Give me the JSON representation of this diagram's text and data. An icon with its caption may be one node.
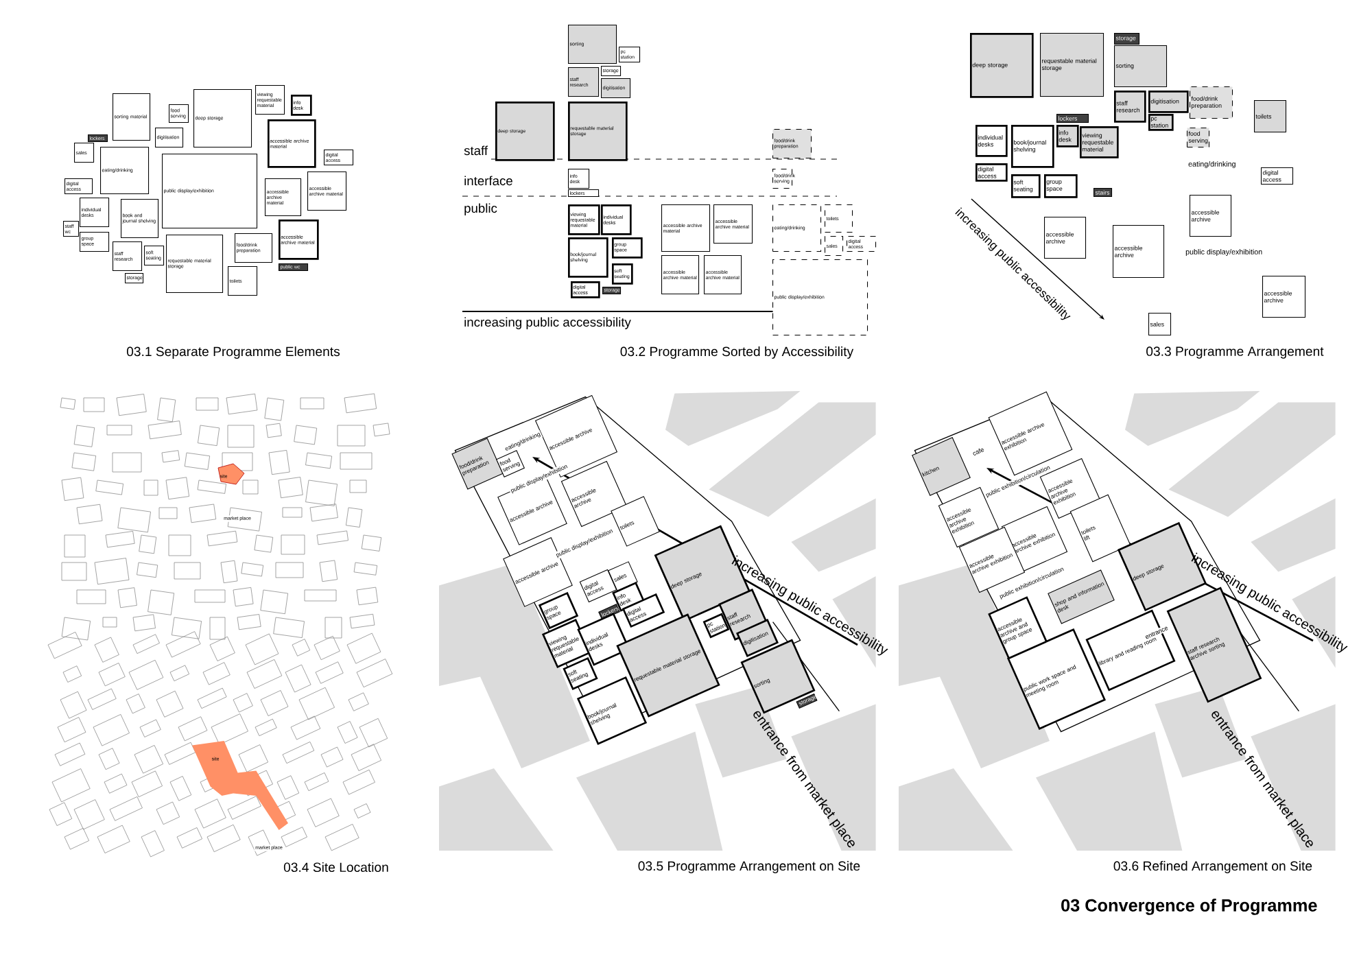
{
  "diagram": {
    "title": "03 Convergence of Programme",
    "nodes": [
      {
        "text": [
          "sorting material"
        ]
      },
      {
        "text": [
          "food serving"
        ]
      },
      {
        "text": [
          "deep storage"
        ]
      },
      {
        "text": [
          "viewing requestable material"
        ]
      },
      {
        "text": [
          "info desk"
        ]
      },
      {
        "text": [
          "digitisation"
        ]
      },
      {
        "text": [
          "lockers"
        ]
      },
      {
        "text": [
          "accessible archive material"
        ]
      },
      {
        "text": [
          "sales"
        ]
      },
      {
        "text": [
          "eating/drinking"
        ]
      },
      {
        "text": [
          "public display/exhibition"
        ]
      },
      {
        "text": [
          "digital access"
        ]
      },
      {
        "text": [
          "digital access"
        ]
      },
      {
        "text": [
          "accessible archive material"
        ]
      },
      {
        "text": [
          "accessible archive material"
        ]
      },
      {
        "text": [
          "individual desks"
        ]
      },
      {
        "text": [
          "book and journal shelving"
        ]
      },
      {
        "text": [
          "staff wc"
        ]
      },
      {
        "text": [
          "group space"
        ]
      },
      {
        "text": [
          "staff research"
        ]
      },
      {
        "text": [
          "soft seating"
        ]
      },
      {
        "text": [
          "requestable material storage"
        ]
      },
      {
        "text": [
          "food/drink preparation"
        ]
      },
      {
        "text": [
          "accessible archive material"
        ]
      },
      {
        "text": [
          "storage"
        ]
      },
      {
        "text": [
          "toilets"
        ]
      },
      {
        "text": [
          "public wc"
        ]
      },
      {
        "text": [
          "sorting"
        ]
      },
      {
        "text": [
          "pc station"
        ]
      },
      {
        "text": [
          "staff research"
        ]
      },
      {
        "text": [
          "storage"
        ]
      },
      {
        "text": [
          "digitisation"
        ]
      },
      {
        "text": [
          "deep storage"
        ]
      },
      {
        "text": [
          "requestable material storage"
        ]
      },
      {
        "text": [
          "food/drink preparation"
        ]
      },
      {
        "text": [
          "info desk"
        ]
      },
      {
        "text": [
          "lockers"
        ]
      },
      {
        "text": [
          "food/drink serving"
        ]
      },
      {
        "text": [
          "viewing requestable material"
        ]
      },
      {
        "text": [
          "individual desks"
        ]
      },
      {
        "text": [
          "book/journal shelving"
        ]
      },
      {
        "text": [
          "group space"
        ]
      },
      {
        "text": [
          "soft seating"
        ]
      },
      {
        "text": [
          "digital access"
        ]
      },
      {
        "text": [
          "storage"
        ]
      },
      {
        "text": [
          "accessible archive material"
        ]
      },
      {
        "text": [
          "accessible archive material"
        ]
      },
      {
        "text": [
          "accessible archive material"
        ]
      },
      {
        "text": [
          "accessible archive material"
        ]
      },
      {
        "text": [
          "eating/drinking"
        ]
      },
      {
        "text": [
          "toilets"
        ]
      },
      {
        "text": [
          "sales"
        ]
      },
      {
        "text": [
          "digital access"
        ]
      },
      {
        "text": [
          "public display/exhibition"
        ]
      },
      {
        "text": [
          "deep storage"
        ]
      },
      {
        "text": [
          "requestable material storage"
        ]
      },
      {
        "text": [
          "storage"
        ]
      },
      {
        "text": [
          "sorting"
        ]
      },
      {
        "text": [
          "staff research"
        ]
      },
      {
        "text": [
          "digitisation"
        ]
      },
      {
        "text": [
          "food/drink preparation"
        ]
      },
      {
        "text": [
          "pc station"
        ]
      },
      {
        "text": [
          "toilets"
        ]
      },
      {
        "text": [
          "lockers"
        ]
      },
      {
        "text": [
          "individual desks"
        ]
      },
      {
        "text": [
          "book/journal shelving"
        ]
      },
      {
        "text": [
          "info desk"
        ]
      },
      {
        "text": [
          "viewing requestable material"
        ]
      },
      {
        "text": [
          "food serving"
        ]
      },
      {
        "text": [
          "digital access"
        ]
      },
      {
        "text": [
          "digital access"
        ]
      },
      {
        "text": [
          "soft seating"
        ]
      },
      {
        "text": [
          "group space"
        ]
      },
      {
        "text": [
          "stairs"
        ]
      },
      {
        "text": [
          "accessible archive"
        ]
      },
      {
        "text": [
          "accessible archive"
        ]
      },
      {
        "text": [
          "accessible archive"
        ]
      },
      {
        "text": [
          "accessible archive"
        ]
      },
      {
        "text": [
          "sales"
        ]
      },
      {
        "text": [
          "food/drink preparation"
        ]
      },
      {
        "text": [
          "food serving"
        ]
      },
      {
        "text": [
          "accessible archive"
        ]
      },
      {
        "text": [
          "accessible archive"
        ]
      },
      {
        "text": [
          "accessible archive"
        ]
      },
      {
        "text": [
          "toilets"
        ]
      },
      {
        "text": [
          "accessible archive"
        ]
      },
      {
        "text": [
          "deep storage"
        ]
      },
      {
        "text": [
          "digital access"
        ]
      },
      {
        "text": [
          "sales"
        ]
      },
      {
        "text": [
          "info desk"
        ]
      },
      {
        "text": [
          "group space"
        ]
      },
      {
        "text": [
          "lockers"
        ]
      },
      {
        "text": [
          "digital access"
        ]
      },
      {
        "text": [
          "staff research"
        ]
      },
      {
        "text": [
          "pc station"
        ]
      },
      {
        "text": [
          "digitisation"
        ]
      },
      {
        "text": [
          "viewing requestable material"
        ]
      },
      {
        "text": [
          "individual desks"
        ]
      },
      {
        "text": [
          "requestable material storage"
        ]
      },
      {
        "text": [
          "soft seating"
        ]
      },
      {
        "text": [
          "sorting"
        ]
      },
      {
        "text": [
          "book/journal shelving"
        ]
      },
      {
        "text": [
          "storage"
        ]
      },
      {
        "text": [
          "kitchen"
        ]
      },
      {
        "text": [
          "accessible archive exhibition"
        ]
      },
      {
        "text": [
          "accessible archive exhibition"
        ]
      },
      {
        "text": [
          "accessible archive exhibition"
        ]
      },
      {
        "text": [
          "accessible archive exhibition"
        ]
      },
      {
        "text": [
          "toilets",
          "lift"
        ]
      },
      {
        "text": [
          "accessible archive exhibition"
        ]
      },
      {
        "text": [
          "shop and information desk"
        ]
      },
      {
        "text": [
          "deep storage"
        ]
      },
      {
        "text": [
          "staff research",
          "archive sorting"
        ]
      },
      {
        "text": [
          "accessible archive and group space"
        ]
      },
      {
        "text": [
          "library and reading room"
        ]
      },
      {
        "text": [
          "public work space and meeting room"
        ]
      }
    ],
    "labels": [
      "03.1 Separate Programme Elements",
      "03.2 Programme Sorted by Accessibility",
      "03.3 Programme Arrangement",
      "03.4 Site Location",
      "03.5 Programme Arrangement on Site",
      "03.6 Refined Arrangement on Site",
      "staff",
      "interface",
      "public",
      "increasing public accessibility",
      "increasing public accessibility",
      "eating/drinking",
      "public display/exhibition",
      "site",
      "market place",
      "site",
      "market place",
      "eating/drinking",
      "public display/exhibition",
      "public display/exhibition",
      "increasing public accessibility",
      "entrance from market place",
      "cafe",
      "public exhibition/circulation",
      "public exhibition/circulation",
      "entrance",
      "increasing public accessibility",
      "entrance from market place"
    ]
  }
}
